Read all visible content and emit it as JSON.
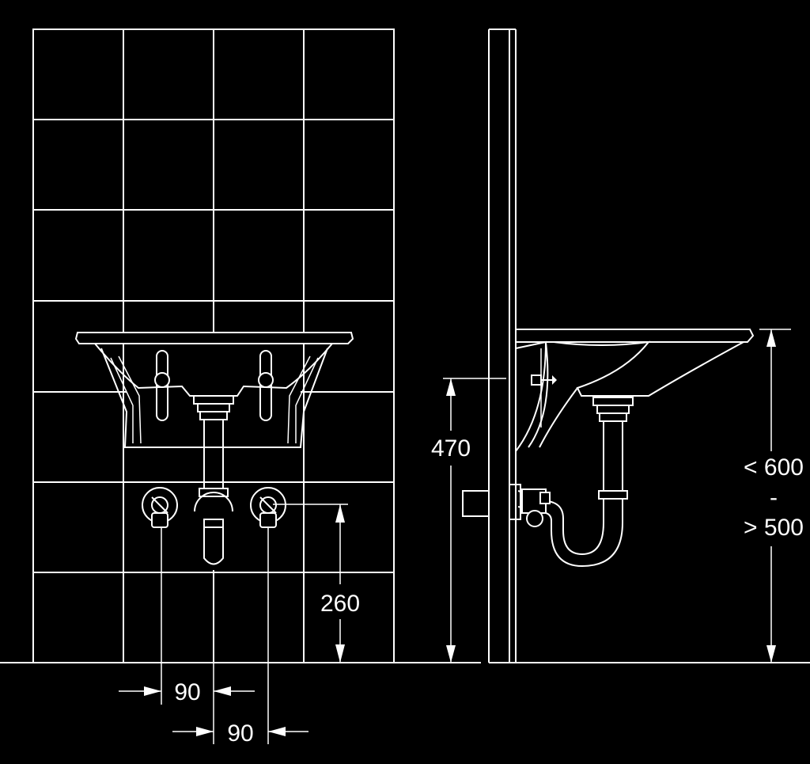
{
  "colors": {
    "background": "#000000",
    "lines": "#ffffff"
  },
  "dimensions": {
    "tap_height": "260",
    "drain_offset_left": "90",
    "drain_offset_right": "90",
    "wall_outlet_height": "470",
    "rim_height_max": "< 600",
    "rim_height_separator": "-",
    "rim_height_min": "> 500"
  }
}
